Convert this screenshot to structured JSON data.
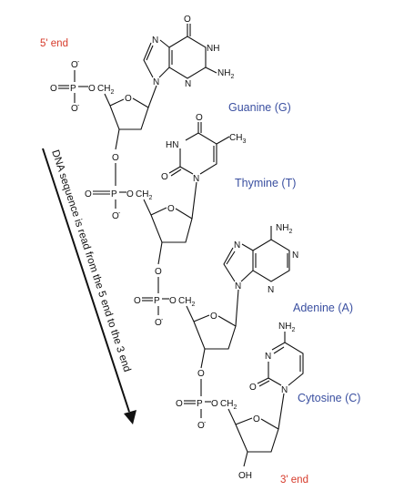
{
  "labels": {
    "five_prime_end": "5' end",
    "three_prime_end": "3' end",
    "guanine": "Guanine (G)",
    "thymine": "Thymine (T)",
    "adenine": "Adenine (A)",
    "cytosine": "Cytosine (C)",
    "arrow_text": "DNA sequence is read from the 5 end to the 3 end"
  },
  "atoms": {
    "O": "O",
    "O_minus": "O",
    "minus": "-",
    "P": "P",
    "N": "N",
    "NH": "NH",
    "HN": "HN",
    "NH2_base": "NH",
    "sub2": "2",
    "CH2_base": "CH",
    "CH3_base": "CH",
    "sub3": "3",
    "OH": "OH"
  },
  "colors": {
    "end_label": "#d63a2a",
    "base_label": "#3a4fa0",
    "ink": "#111111"
  }
}
